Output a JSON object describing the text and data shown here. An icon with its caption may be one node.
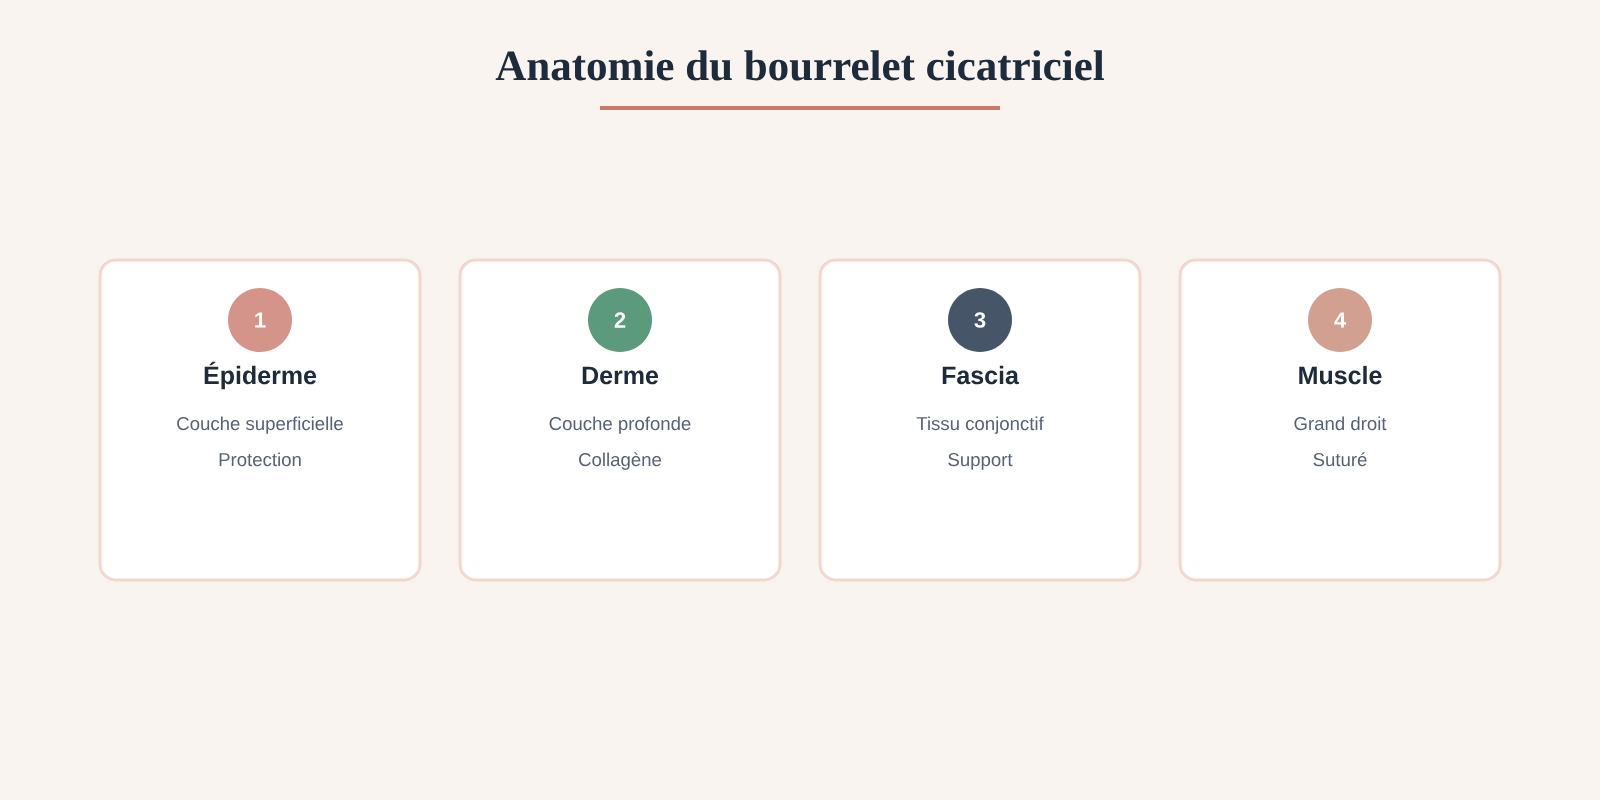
{
  "diagram": {
    "title": "Anatomie du bourrelet cicatriciel",
    "nodes": [
      {
        "text": [
          "Épiderme",
          "Couche superficielle",
          "Protection"
        ]
      },
      {
        "text": [
          "1"
        ],
        "in": 0
      },
      {
        "text": [
          "Derme",
          "Couche profonde",
          "Collagène"
        ]
      },
      {
        "text": [
          "2"
        ],
        "in": 2
      },
      {
        "text": [
          "Fascia",
          "Tissu conjonctif",
          "Support"
        ]
      },
      {
        "text": [
          "3"
        ],
        "in": 4
      },
      {
        "text": [
          "Muscle",
          "Grand droit",
          "Suturé"
        ]
      },
      {
        "text": [
          "4"
        ],
        "in": 6
      }
    ]
  }
}
